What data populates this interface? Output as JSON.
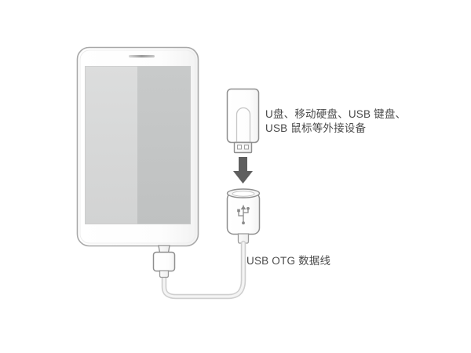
{
  "illustration": {
    "title": "USB OTG connection diagram",
    "background_color": "#ffffff",
    "line_color": "#9a9a9a",
    "text_color": "#4a4a4a",
    "screen_color_left": "#d5d6d6",
    "screen_color_right": "#c3c5c5",
    "arrow_color": "#5f5f5f"
  },
  "labels": {
    "external_devices_line1": "U盘、移动硬盘、USB 键盘、",
    "external_devices_line2": "USB 鼠标等外接设备",
    "otg_cable": "USB OTG 数据线"
  },
  "parts": {
    "phone": "smartphone",
    "phone_screen": "phone-screen",
    "phone_earpiece": "earpiece-speaker",
    "usb_flash_drive": "usb-flash-drive",
    "usb_male_plug": "usb-a-male-plug",
    "down_arrow": "down-arrow",
    "otg_female_port": "usb-a-female-port",
    "usb_symbol": "usb-trident-symbol",
    "micro_usb_plug": "micro-usb-plug",
    "cable": "otg-cable"
  }
}
